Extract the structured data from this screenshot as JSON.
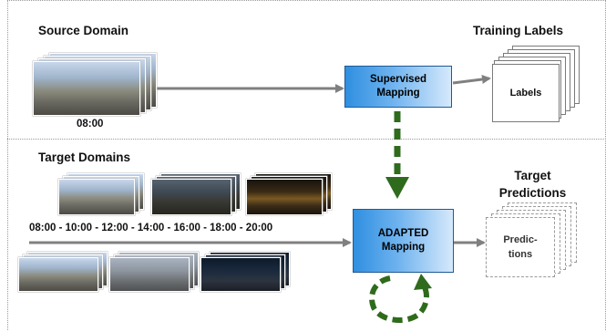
{
  "source": {
    "title": "Source Domain",
    "time": "08:00"
  },
  "training": {
    "title": "Training Labels",
    "card_label": "Labels"
  },
  "supervised_box": {
    "line1": "Supervised",
    "line2": "Mapping"
  },
  "target": {
    "title": "Target Domains",
    "times": "08:00 - 10:00 - 12:00 - 14:00 - 16:00 - 18:00 - 20:00"
  },
  "adapted_box": {
    "line1": "ADAPTED",
    "line2": "Mapping"
  },
  "predictions": {
    "title_line1": "Target",
    "title_line2": "Predictions",
    "card_line1": "Predic-",
    "card_line2": "tions"
  },
  "colors": {
    "arrow_gray": "#808080",
    "arrow_green": "#2f6b1c",
    "box_blue": "#2f8fe0",
    "box_border": "#1f5a95"
  }
}
